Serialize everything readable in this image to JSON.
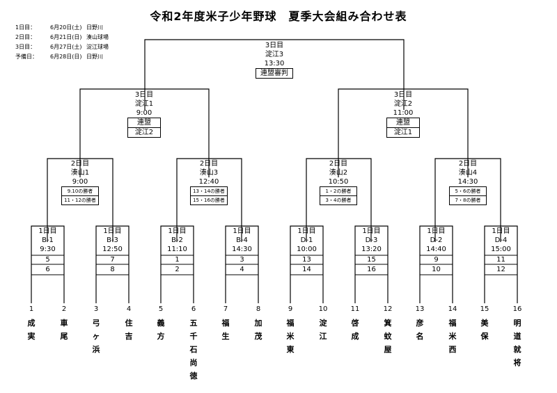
{
  "title": "令和2年度米子少年野球　夏季大会組み合わせ表",
  "schedule": [
    {
      "day": "1日目：",
      "date": "6月20日(土)",
      "venue": "日野川"
    },
    {
      "day": "2日目：",
      "date": "6月21日(日)",
      "venue": "湊山球場"
    },
    {
      "day": "3日目：",
      "date": "6月27日(土)",
      "venue": "淀江球場"
    },
    {
      "day": "予備日：",
      "date": "6月28日(日)",
      "venue": "日野川"
    }
  ],
  "final": {
    "day": "3日目",
    "venue": "淀江3",
    "time": "13:30",
    "referee": "連盟審判"
  },
  "semis": [
    {
      "day": "3日目",
      "venue": "淀江1",
      "time": "9:00",
      "r1": "連盟",
      "r2": "淀江2"
    },
    {
      "day": "3日目",
      "venue": "淀江2",
      "time": "11:00",
      "r1": "連盟",
      "r2": "淀江1"
    }
  ],
  "quarters": [
    {
      "day": "2日目",
      "venue": "湊山1",
      "time": "9:00",
      "r1": "9.10の勝者",
      "r2": "11・12の勝者"
    },
    {
      "day": "2日目",
      "venue": "湊山3",
      "time": "12:40",
      "r1": "13・14の勝者",
      "r2": "15・16の勝者"
    },
    {
      "day": "2日目",
      "venue": "湊山2",
      "time": "10:50",
      "r1": "1・2の勝者",
      "r2": "3・4の勝者"
    },
    {
      "day": "2日目",
      "venue": "湊山4",
      "time": "14:30",
      "r1": "5・6の勝者",
      "r2": "7・8の勝者"
    }
  ],
  "first_round": [
    {
      "day": "1日目",
      "venue": "B-1",
      "time": "9:30",
      "r1": "5",
      "r2": "6"
    },
    {
      "day": "1日目",
      "venue": "B-3",
      "time": "12:50",
      "r1": "7",
      "r2": "8"
    },
    {
      "day": "1日目",
      "venue": "B-2",
      "time": "11:10",
      "r1": "1",
      "r2": "2"
    },
    {
      "day": "1日目",
      "venue": "B-4",
      "time": "14:30",
      "r1": "3",
      "r2": "4"
    },
    {
      "day": "1日目",
      "venue": "D-1",
      "time": "10:00",
      "r1": "13",
      "r2": "14"
    },
    {
      "day": "1日目",
      "venue": "D-3",
      "time": "13:20",
      "r1": "15",
      "r2": "16"
    },
    {
      "day": "1日目",
      "venue": "D-2",
      "time": "14:40",
      "r1": "9",
      "r2": "10"
    },
    {
      "day": "1日目",
      "venue": "D-4",
      "time": "15:00",
      "r1": "11",
      "r2": "12"
    }
  ],
  "teams": [
    {
      "num": "1",
      "name": "成実"
    },
    {
      "num": "2",
      "name": "車尾"
    },
    {
      "num": "3",
      "name": "弓ヶ浜"
    },
    {
      "num": "4",
      "name": "住吉"
    },
    {
      "num": "5",
      "name": "義方"
    },
    {
      "num": "6",
      "name": "五千石尚徳"
    },
    {
      "num": "7",
      "name": "福生"
    },
    {
      "num": "8",
      "name": "加茂"
    },
    {
      "num": "9",
      "name": "福米東"
    },
    {
      "num": "10",
      "name": "淀江"
    },
    {
      "num": "11",
      "name": "啓成"
    },
    {
      "num": "12",
      "name": "箕蚊屋"
    },
    {
      "num": "13",
      "name": "彦名"
    },
    {
      "num": "14",
      "name": "福米西"
    },
    {
      "num": "15",
      "name": "美保"
    },
    {
      "num": "16",
      "name": "明道就将"
    }
  ]
}
